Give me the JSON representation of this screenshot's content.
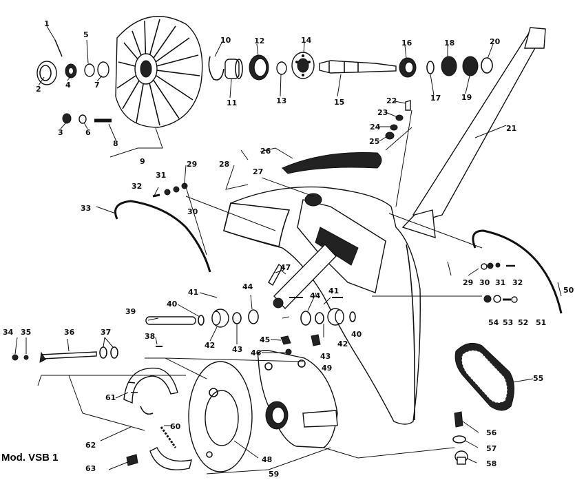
{
  "model_label": "Mod.  VSB 1",
  "colors": {
    "ink": "#111111",
    "paper": "#ffffff"
  },
  "callouts": [
    "1",
    "2",
    "3",
    "4",
    "5",
    "6",
    "7",
    "8",
    "9",
    "10",
    "11",
    "12",
    "13",
    "14",
    "15",
    "16",
    "17",
    "18",
    "19",
    "20",
    "21",
    "22",
    "23",
    "24",
    "25",
    "26",
    "27",
    "28",
    "29",
    "30",
    "31",
    "32",
    "33",
    "34",
    "35",
    "36",
    "37",
    "38",
    "39",
    "40",
    "41",
    "42",
    "43",
    "44",
    "45",
    "46",
    "47",
    "48",
    "49",
    "50",
    "51",
    "52",
    "53",
    "54",
    "55",
    "56",
    "57",
    "58",
    "59",
    "60",
    "61",
    "62",
    "63"
  ],
  "callouts_right": [
    "29",
    "30",
    "31",
    "32"
  ],
  "callouts_dup": [
    "40",
    "41",
    "42",
    "43",
    "44"
  ]
}
